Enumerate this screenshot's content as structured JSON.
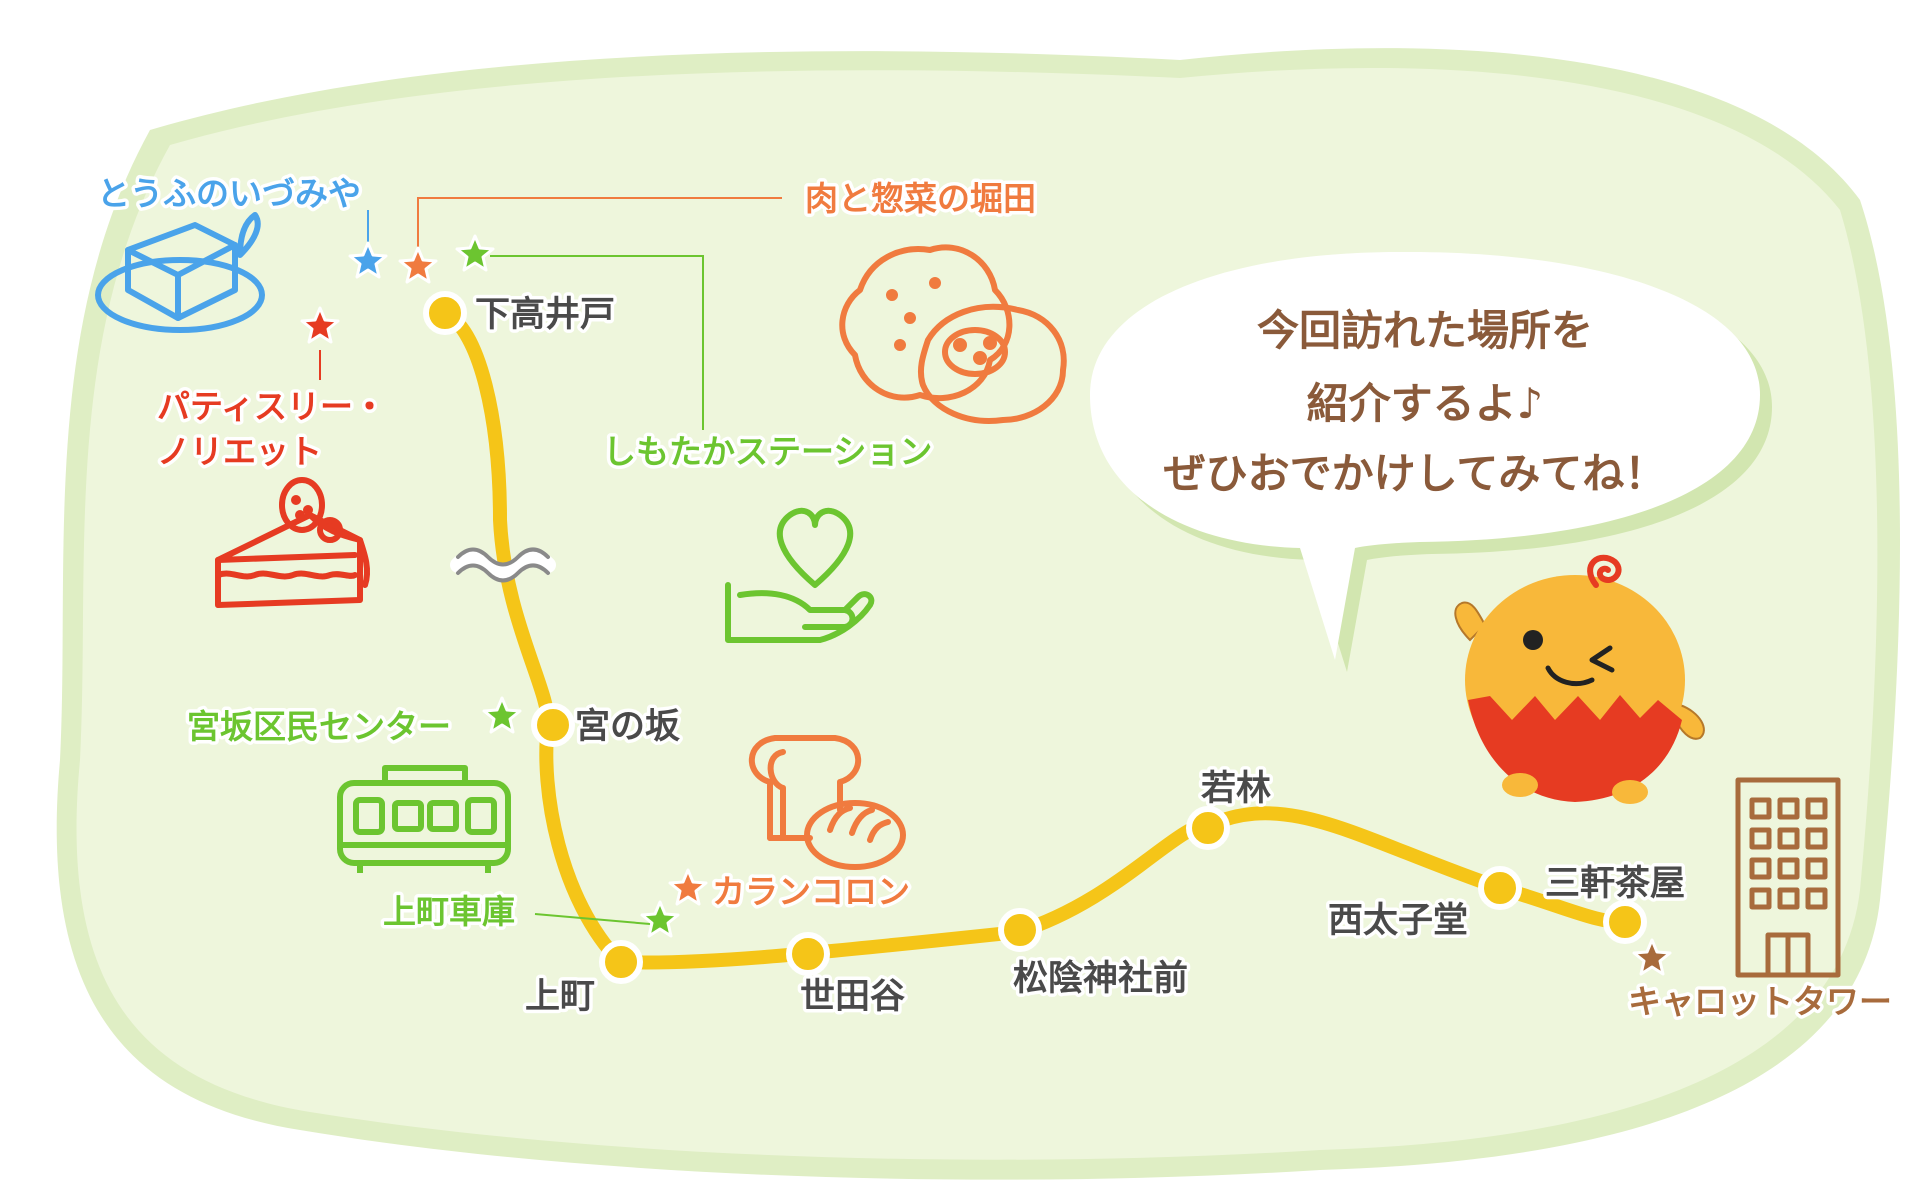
{
  "colors": {
    "route": "#f5c518",
    "station_dot": "#f5c518",
    "station_text": "#4a4a4a",
    "background": "#eef6dc",
    "bubble_text": "#8a5a3a",
    "blue": "#4aa3ea",
    "orange": "#f07b3f",
    "red": "#e63b22",
    "green": "#6cc530",
    "brown": "#a86b3c"
  },
  "stations": [
    {
      "id": "shimotakaido",
      "label": "下高井戸"
    },
    {
      "id": "miyanosaka",
      "label": "宮の坂"
    },
    {
      "id": "kamimachi",
      "label": "上町"
    },
    {
      "id": "setagaya",
      "label": "世田谷"
    },
    {
      "id": "shoinjinjamae",
      "label": "松陰神社前"
    },
    {
      "id": "wakabayashi",
      "label": "若林"
    },
    {
      "id": "nishitaishido",
      "label": "西太子堂"
    },
    {
      "id": "sangenjaya",
      "label": "三軒茶屋"
    }
  ],
  "spots": [
    {
      "id": "tofu",
      "label": "とうふのいづみや",
      "color": "blue",
      "icon": "tofu-icon"
    },
    {
      "id": "horita",
      "label": "肉と惣菜の堀田",
      "color": "orange",
      "icon": "croquette-icon"
    },
    {
      "id": "shimotaka-station",
      "label": "しもたかステーション",
      "color": "green",
      "icon": "heart-hand-icon"
    },
    {
      "id": "patisserie",
      "label_lines": [
        "パティスリー・",
        "ノリエット"
      ],
      "color": "red",
      "icon": "cake-icon"
    },
    {
      "id": "miyasaka-center",
      "label": "宮坂区民センター",
      "color": "green",
      "icon": "train-icon"
    },
    {
      "id": "kamimachi-depot",
      "label": "上町車庫",
      "color": "green",
      "icon": "star-icon"
    },
    {
      "id": "karankoron",
      "label": "カランコロン",
      "color": "orange",
      "icon": "bread-icon"
    },
    {
      "id": "carrot-tower",
      "label": "キャロットタワー",
      "color": "brown",
      "icon": "building-icon"
    }
  ],
  "bubble": {
    "lines": [
      "今回訪れた場所を",
      "紹介するよ♪",
      "ぜひおでかけしてみてね！"
    ]
  },
  "mascot": {
    "name": "mascot-character"
  }
}
